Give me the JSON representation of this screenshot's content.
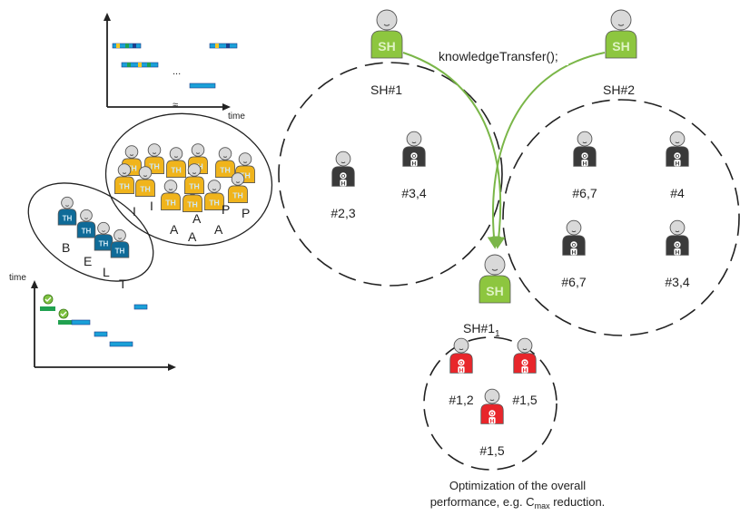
{
  "colors": {
    "sh_body": "#8dc63f",
    "sh_badge": "#dff3c4",
    "th_body": "#0f6b98",
    "ta_body": "#f0b41c",
    "oh_dark": "#3a3a3a",
    "oh_red": "#e8262b",
    "head": "#d9d9d9",
    "arrow": "#7ab648",
    "bar_blue": "#1aa0d8",
    "bar_green": "#21a150",
    "bar_yellow": "#f6c624",
    "bar_navy": "#1e3f8c"
  },
  "icons": {
    "super_heuristic": "person-icon",
    "team_member": "person-icon",
    "operator": "person-icon",
    "check": "check-icon"
  },
  "labels": {
    "time_top": "time",
    "time_left": "time",
    "ellipsis": "...",
    "axis_break": "≈",
    "call": "knowledgeTransfer();",
    "sh1": "SH#1",
    "sh2": "SH#2",
    "sh1_1_base": "SH#1",
    "sh1_1_sub": "1",
    "footer_line1": "Optimization of the overall",
    "footer_line2_a": "performance, e.g. C",
    "footer_line2_sub": "max",
    "footer_line2_b": " reduction."
  },
  "badges": {
    "sh": "SH",
    "th": "TH",
    "oh_top": "O",
    "oh_bottom": "H"
  },
  "team_letters": {
    "blue": [
      "B",
      "E",
      "L",
      "T"
    ],
    "yellow": [
      "I",
      "I",
      "A",
      "A",
      "A",
      "A",
      "P",
      "P"
    ]
  },
  "operators": {
    "sh1_group": [
      "#2,3",
      "#3,4"
    ],
    "sh2_group": [
      "#6,7",
      "#4",
      "#6,7",
      "#3,4"
    ],
    "sh1_1_group": [
      "#1,2",
      "#1,5",
      "#1,5"
    ]
  }
}
